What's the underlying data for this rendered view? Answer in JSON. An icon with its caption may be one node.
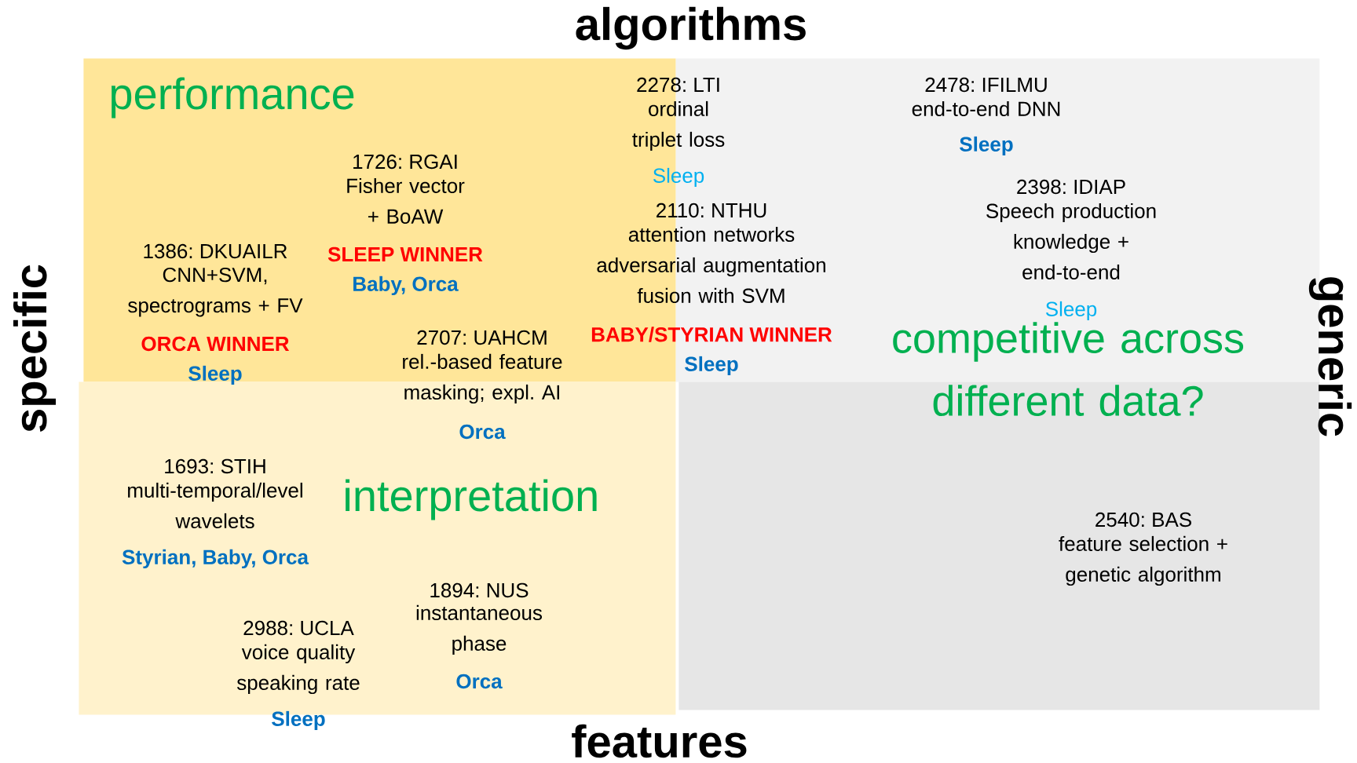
{
  "diagram": {
    "nodes": [
      {
        "text": [
          "performance"
        ]
      },
      {
        "text": [],
        "shape": "box"
      },
      {
        "text": [
          "interpretation"
        ]
      },
      {
        "text": [],
        "shape": "box"
      }
    ],
    "labels": [
      "algorithms",
      "2278: LTI",
      "ordinal triplet loss",
      "Sleep",
      "2478: IFILMU",
      "end-to-end DNN",
      "Sleep",
      "1726: RGAI",
      "Fisher vector + BoAW",
      "SLEEP WINNER",
      "Baby, Orca",
      "2398: IDIAP",
      "Speech production knowledge + end-to-end",
      "Sleep",
      "2110: NTHU",
      "attention networks adversarial augmentation fusion with SVM",
      "BABY/STYRIAN WINNER",
      "Sleep",
      "specific",
      "1386: DKUAILR",
      "CNN+SVM, spectrograms + FV",
      "ORCA WINNER",
      "Sleep",
      "2707: UAHCM",
      "rel.-based feature masking; expl. AI",
      "Orca",
      "competitive across different data?",
      "generic",
      "1693: STIH",
      "multi-temporal/level wavelets",
      "Styrian, Baby, Orca",
      "2540: BAS",
      "feature selection + genetic algorithm",
      "1894: NUS",
      "instantaneous phase",
      "Orca",
      "2988: UCLA",
      "voice quality speaking rate",
      "Sleep",
      "features"
    ]
  }
}
